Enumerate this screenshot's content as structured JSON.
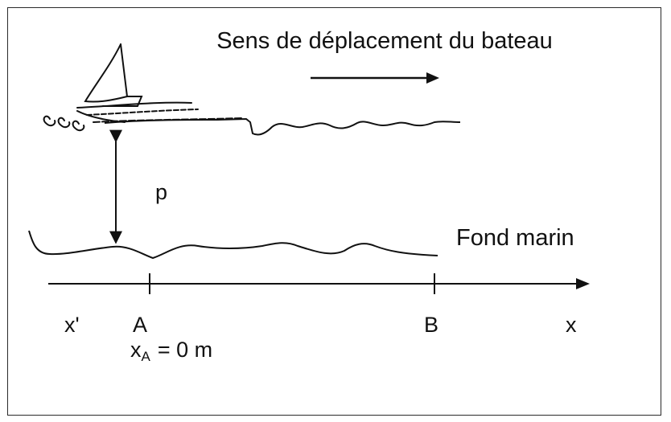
{
  "diagram": {
    "direction_label": "Sens de déplacement du bateau",
    "depth_label": "p",
    "seabed_label": "Fond marin",
    "axis": {
      "left_label": "x'",
      "right_label": "x",
      "point_a": "A",
      "point_b": "B",
      "xa_symbol": "x",
      "xa_subscript": "A",
      "xa_value": "= 0 m"
    }
  },
  "colors": {
    "ink": "#111111",
    "frame": "#2a2a2a",
    "background": "#ffffff"
  }
}
